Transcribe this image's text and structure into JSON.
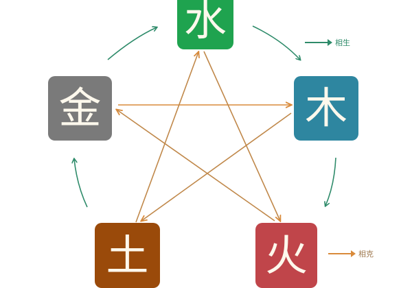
{
  "diagram": {
    "type": "five-elements-cycle",
    "elements": [
      {
        "id": "water",
        "char": "水",
        "color": "#1fa34f"
      },
      {
        "id": "wood",
        "char": "木",
        "color": "#2e86a0"
      },
      {
        "id": "fire",
        "char": "火",
        "color": "#c0454a"
      },
      {
        "id": "earth",
        "char": "土",
        "color": "#9a4a0a"
      },
      {
        "id": "metal",
        "char": "金",
        "color": "#7a7a7a"
      }
    ],
    "generating_cycle": [
      "金 → 水",
      "水 → 木",
      "木 → 火",
      "土 → 金"
    ],
    "overcoming_cycle": [
      "金 → 木",
      "木 → 土",
      "土 → 水",
      "水 → 火",
      "火 → 金"
    ],
    "colors": {
      "generating": "#2e8b6a",
      "overcoming": "#d98a3a"
    }
  },
  "legend": {
    "generating_label": "相生",
    "overcoming_label": "相克"
  }
}
